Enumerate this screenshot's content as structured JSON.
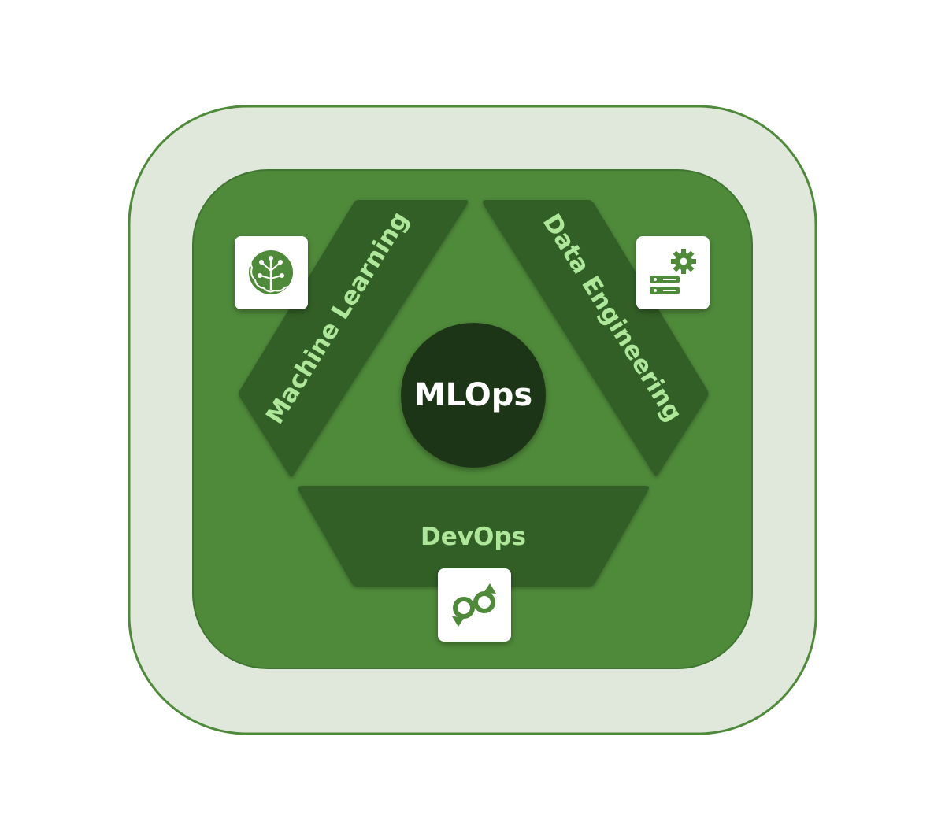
{
  "center": {
    "label": "MLOps"
  },
  "bands": {
    "machine_learning": {
      "label": "Machine Learning",
      "icon": "brain-circuit-icon"
    },
    "data_engineering": {
      "label": "Data Engineering",
      "icon": "server-gear-icon"
    },
    "devops": {
      "label": "DevOps",
      "icon": "cycle-arrows-icon"
    }
  },
  "colors": {
    "outer_fill": "#dfe8da",
    "outer_border": "#4f8a3a",
    "inner_fill": "#4f8a3a",
    "band_fill": "#335e28",
    "center_fill": "#1d3515",
    "label_color": "#aee79a"
  }
}
